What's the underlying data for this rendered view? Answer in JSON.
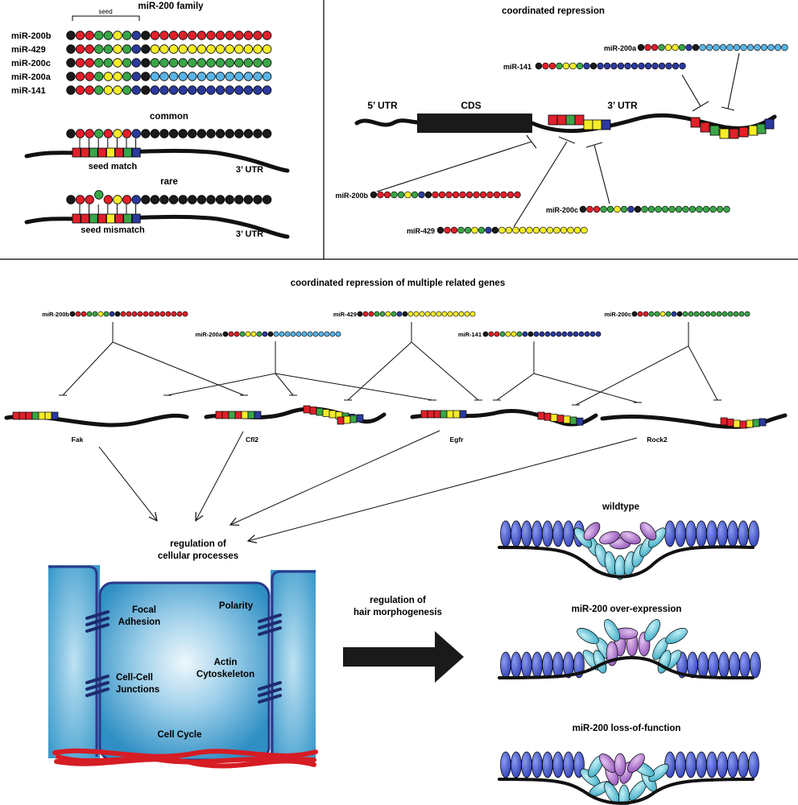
{
  "family_panel": {
    "title": "miR-200 family",
    "seed_label": "seed",
    "members": [
      "miR-200b",
      "miR-429",
      "miR-200c",
      "miR-200a",
      "miR-141"
    ],
    "common_title": "common",
    "seed_match_label": "seed match",
    "rare_title": "rare",
    "seed_mismatch_label": "seed mismatch",
    "utr_label": "3’ UTR"
  },
  "coordinated_panel": {
    "title": "coordinated repression",
    "utr5_label": "5’ UTR",
    "cds_label": "CDS",
    "utr3_label": "3’ UTR",
    "mirnas": {
      "m200a": "miR-200a",
      "m141": "miR-141",
      "m200b": "miR-200b",
      "m429": "miR-429",
      "m200c": "miR-200c"
    }
  },
  "multi_panel": {
    "title": "coordinated repression of multiple related genes",
    "mirnas": {
      "m200b": "miR-200b",
      "m200a": "miR-200a",
      "m429": "miR-429",
      "m141": "miR-141",
      "m200c": "miR-200c"
    },
    "genes": [
      "Fak",
      "Cfl2",
      "Egfr",
      "Rock2"
    ]
  },
  "regulation": {
    "cellular_line1": "regulation of",
    "cellular_line2": "cellular processes",
    "processes": {
      "focal1": "Focal",
      "focal2": "Adhesion",
      "polarity": "Polarity",
      "actin1": "Actin",
      "actin2": "Cytoskeleton",
      "junctions1": "Cell-Cell",
      "junctions2": "Junctions",
      "cycle": "Cell Cycle"
    },
    "hair_line1": "regulation of",
    "hair_line2": "hair morphogenesis"
  },
  "phenotypes": {
    "wildtype": "wildtype",
    "overexpression": "miR-200 over-expression",
    "loss": "miR-200 loss-of-function"
  },
  "colors": {
    "red": "#e0202a",
    "green": "#3aa648",
    "yellow": "#f5ec28",
    "blue": "#2b3a9c",
    "black": "#1a1a1a",
    "lightblue": "#5ab4e6",
    "cell_blue": "#3d9fd0",
    "membrane": "#2a3a8c",
    "matrix_red": "#d61c24",
    "epithelial_blue": "#3e4fc4",
    "teal": "#56bcd0",
    "purple": "#a46ac4"
  }
}
